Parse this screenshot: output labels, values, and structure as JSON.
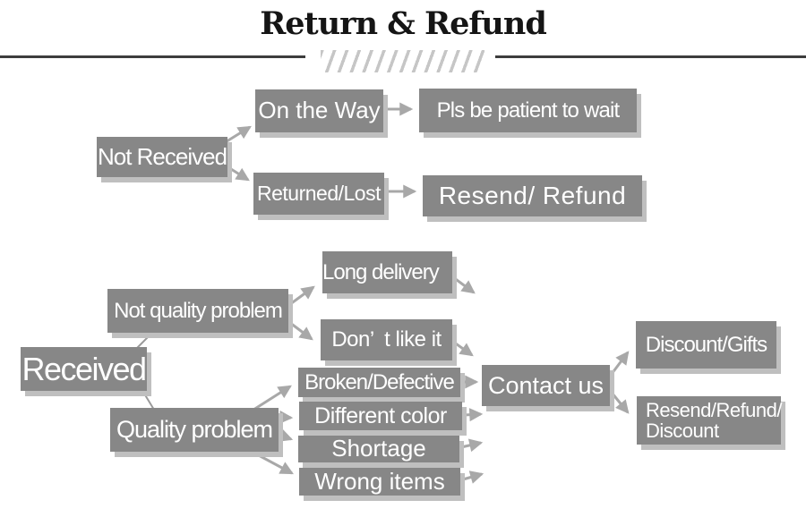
{
  "title": "Return & Refund",
  "colors": {
    "box_fill": "#878787",
    "box_text": "#ffffff",
    "box_shadow": "#bfbfbf",
    "arrow": "#a8a8a8",
    "title_text": "#151515",
    "rule": "#3d3d3d",
    "hatch": "#c6c6c6"
  },
  "nodes": {
    "not_received": "Not Received",
    "on_the_way": "On the Way",
    "returned_lost": "Returned/Lost",
    "pls_be_patient": "Pls be patient to wait",
    "resend_refund": "Resend/ Refund",
    "received": "Received",
    "not_quality_problem": "Not quality problem",
    "quality_problem": "Quality problem",
    "long_delivery": "Long delivery",
    "dont_like_it": "Don’ t like it",
    "broken_defective": "Broken/Defective",
    "different_color": "Different color",
    "shortage": "Shortage",
    "wrong_items": "Wrong items",
    "contact_us": "Contact us",
    "discount_gifts": "Discount/Gifts",
    "resend_refund_discount": {
      "line1": "Resend/Refund/",
      "line2": "Discount"
    }
  }
}
